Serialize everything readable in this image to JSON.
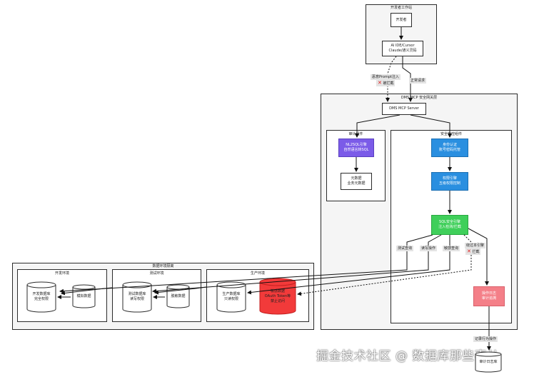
{
  "workstation": {
    "title": "开发者工作站",
    "developer": "开发者",
    "ide": [
      "AI IDE/Cursor",
      "Claude/通义灵码"
    ]
  },
  "gateway": {
    "title": "DMS MCP 安全网关层",
    "server": "DMS MCP Server"
  },
  "audit": {
    "title": "审计组件",
    "sql": [
      "NL2SQL引擎",
      "自然语言转SQL"
    ],
    "meta": [
      "元数据",
      "业务元数据"
    ]
  },
  "security": {
    "title": "安全管控组件",
    "auth": [
      "身份认证",
      "账号密码托管"
    ],
    "policy": [
      "权限引擎",
      "五级权限控制"
    ],
    "sqlcheck": [
      "SQL安全引擎",
      "注入检测/拦截"
    ],
    "log": [
      "操作日志",
      "审计追溯"
    ]
  },
  "edges": {
    "inject": "恶意Prompt注入",
    "inject_block": "被拦截",
    "request": "正常请求",
    "q_test": "测试查询",
    "q_write": "读写操作",
    "q_sensitive": "敏感查询",
    "bypass": "绕过本引擎",
    "bypass_block": "拦截",
    "audit_note": "记录行为操作"
  },
  "data_env": {
    "title": "数据环境隔离",
    "dev": {
      "title": "开发环境",
      "main": [
        "开发数据库",
        "完全权限"
      ],
      "mock": "模拟数据"
    },
    "test": {
      "title": "测试环境",
      "main": [
        "测试数据库",
        "读写权限"
      ],
      "mock": "脱敏数据"
    },
    "prod": {
      "title": "生产环境",
      "main": [
        "生产数据库",
        "只读权限"
      ],
      "danger": [
        "敏感数据",
        "OAuth Token等",
        "禁止访问"
      ]
    }
  },
  "audit_store": "审计日志库",
  "watermark": "掘金技术社区 @ 数据库那些事儿",
  "colors": {
    "purple": "#7b5be8",
    "blue": "#2a8fe0",
    "green": "#3fcf5a",
    "pink": "#f47f88",
    "red": "#f23a3a"
  }
}
